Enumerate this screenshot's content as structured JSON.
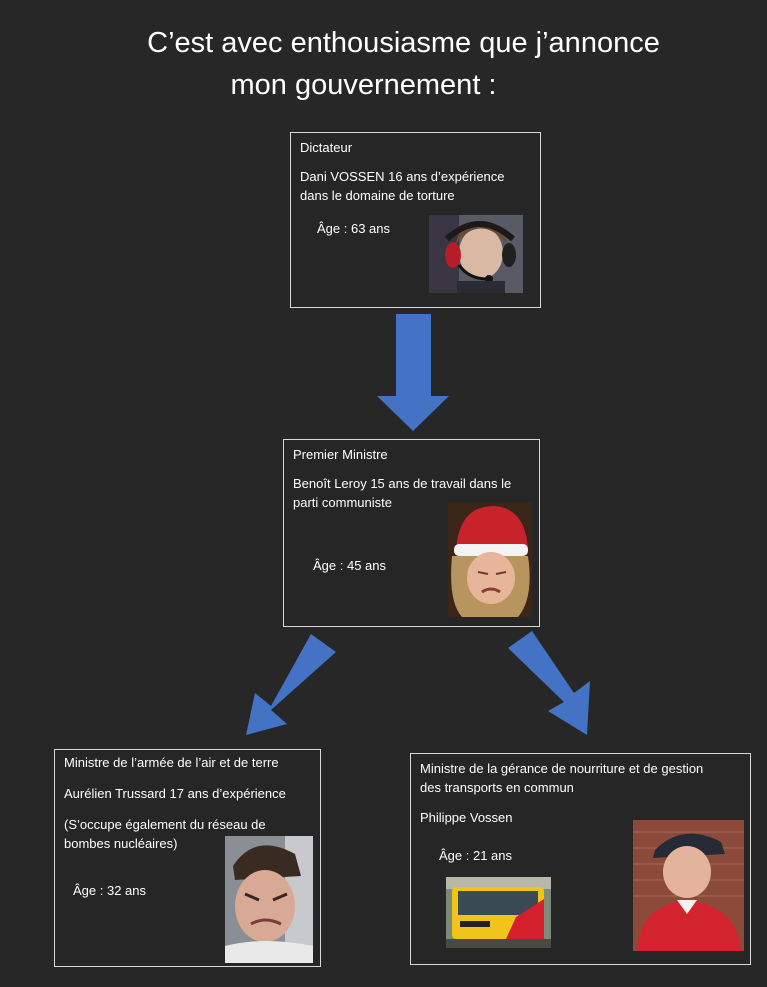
{
  "title": {
    "line1": "C’est avec enthousiasme que j’annonce",
    "line2": "mon gouvernement :"
  },
  "colors": {
    "arrow": "#4472c4",
    "border": "#d9d9d9",
    "background": "#272727"
  },
  "dictateur": {
    "role": "Dictateur",
    "desc": "Dani VOSSEN 16 ans d’expérience\ndans le domaine de torture",
    "age": "Âge : 63 ans"
  },
  "premier": {
    "role": "Premier Ministre",
    "desc": "Benoît Leroy 15 ans de travail dans le\nparti communiste",
    "age": "Âge : 45 ans"
  },
  "armee": {
    "role": "Ministre de l’armée de l’air et de terre",
    "desc": "Aurélien Trussard 17 ans d’expérience",
    "note": "  (S’occupe également du réseau de\nbombes nucléaires)",
    "age": "Âge : 32 ans"
  },
  "nourriture": {
    "role": "Ministre de la gérance de nourriture et de gestion\ndes transports en commun",
    "name": "Philippe Vossen",
    "age": "Âge : 21 ans"
  }
}
